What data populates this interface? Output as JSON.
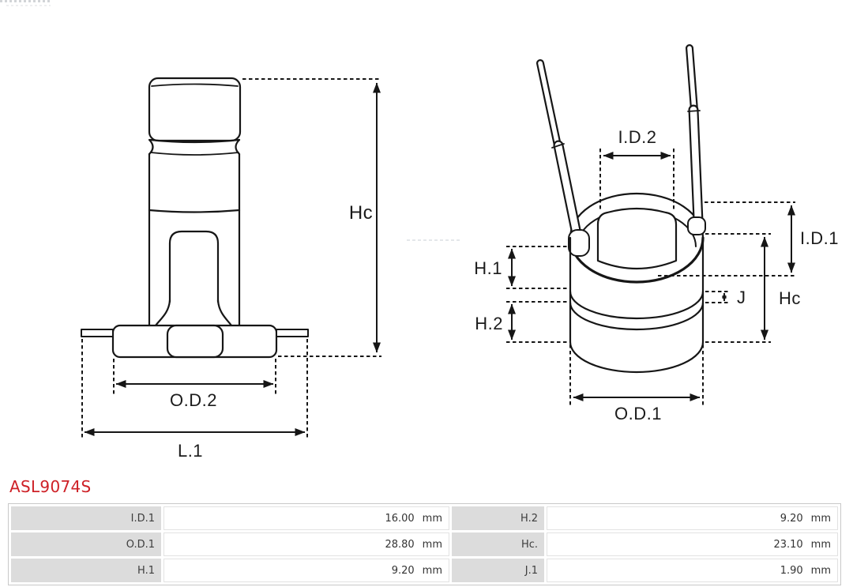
{
  "part": {
    "number": "ASL9074S",
    "accent_color": "#ce2127"
  },
  "diagram": {
    "left_view_labels": {
      "hc": "Hc",
      "od2": "O.D.2",
      "l1": "L.1"
    },
    "right_view_labels": {
      "id2": "I.D.2",
      "id1": "I.D.1",
      "h1": "H.1",
      "h2": "H.2",
      "j": "J",
      "hc": "Hc",
      "od1": "O.D.1"
    }
  },
  "spec_table": {
    "rows": [
      {
        "left_label": "I.D.1",
        "left_value": "16.00",
        "left_unit": "mm",
        "right_label": "H.2",
        "right_value": "9.20",
        "right_unit": "mm"
      },
      {
        "left_label": "O.D.1",
        "left_value": "28.80",
        "left_unit": "mm",
        "right_label": "Hc.",
        "right_value": "23.10",
        "right_unit": "mm"
      },
      {
        "left_label": "H.1",
        "left_value": "9.20",
        "left_unit": "mm",
        "right_label": "J.1",
        "right_value": "1.90",
        "right_unit": "mm"
      }
    ]
  }
}
